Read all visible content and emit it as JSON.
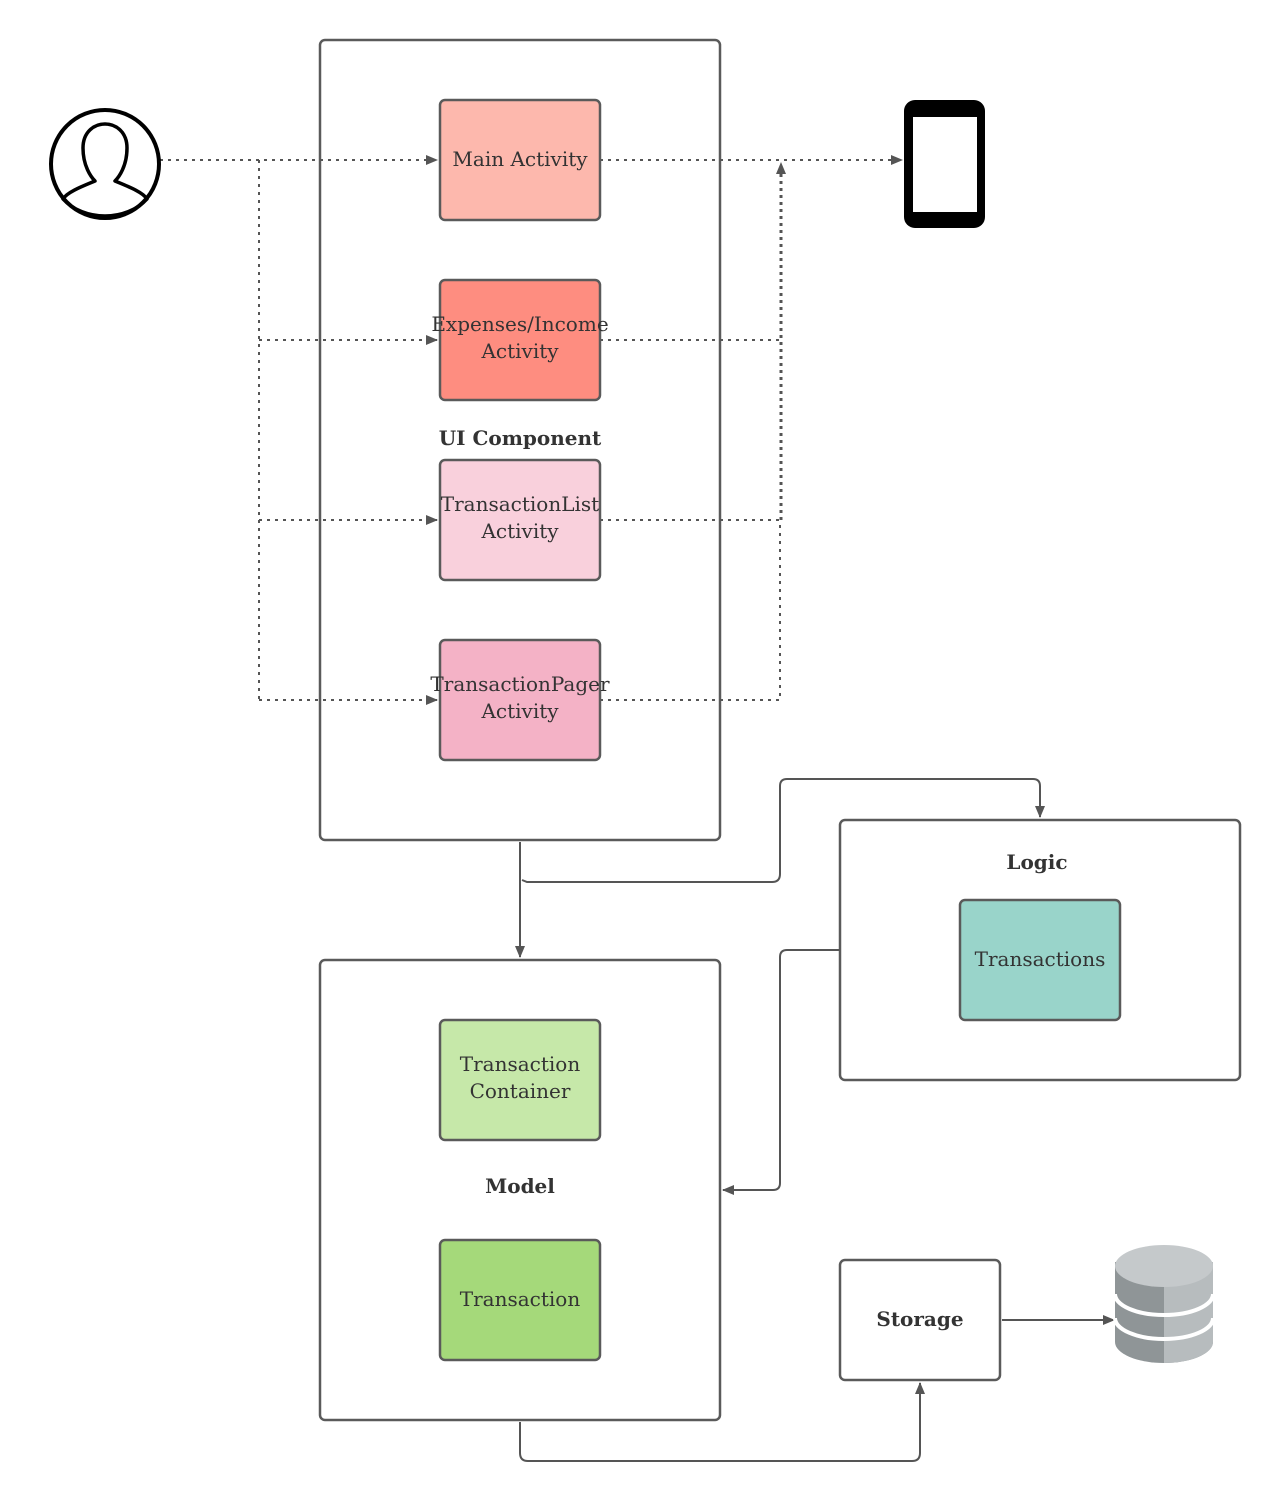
{
  "containers": {
    "ui": {
      "title": "UI Component"
    },
    "model": {
      "title": "Model"
    },
    "logic": {
      "title": "Logic"
    }
  },
  "boxes": {
    "main_activity": {
      "lines": [
        "Main Activity"
      ],
      "fill": "#fdb8ad"
    },
    "expenses_income": {
      "lines": [
        "Expenses/Income",
        "Activity"
      ],
      "fill": "#fe8d80"
    },
    "transaction_list": {
      "lines": [
        "TransactionList",
        "Activity"
      ],
      "fill": "#f9d0dc"
    },
    "transaction_pager": {
      "lines": [
        "TransactionPager",
        "Activity"
      ],
      "fill": "#f4b2c6"
    },
    "transaction_container": {
      "lines": [
        "Transaction",
        "Container"
      ],
      "fill": "#c6e8a9"
    },
    "transaction": {
      "lines": [
        "Transaction"
      ],
      "fill": "#a5d97a"
    },
    "transactions": {
      "lines": [
        "Transactions"
      ],
      "fill": "#99d4ca"
    },
    "storage": {
      "lines": [
        "Storage"
      ],
      "fill": "#ffffff"
    }
  },
  "icons": {
    "user": "user-icon",
    "phone": "mobile-phone-icon",
    "database": "database-icon"
  },
  "colors": {
    "stroke": "#5a5a5a",
    "connector": "#555555"
  }
}
